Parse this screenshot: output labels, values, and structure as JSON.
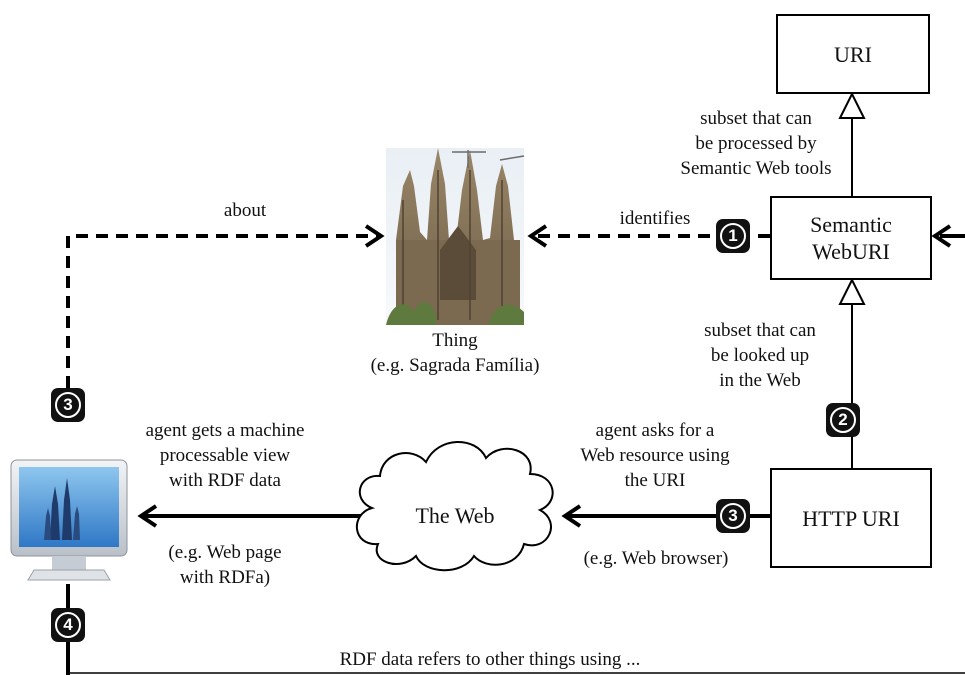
{
  "nodes": {
    "uri": "URI",
    "semantic_web_uri": "Semantic\nWebURI",
    "http_uri": "HTTP URI",
    "the_web": "The Web",
    "thing": "Thing\n(e.g. Sagrada Família)"
  },
  "edges": {
    "about": "about",
    "identifies": "identifies",
    "subset_semantic": "subset that can\nbe processed by\nSemantic Web tools",
    "subset_lookup": "subset that can\nbe looked up\nin the Web",
    "agent_asks": "agent asks for a\nWeb resource using\nthe URI",
    "web_browser": "(e.g. Web browser)",
    "agent_gets": "agent gets a machine\nprocessable view\nwith RDF data",
    "web_page": "(e.g. Web page\nwith RDFa)",
    "rdf_refers": "RDF data refers to other things using ..."
  },
  "badges": {
    "identifies_step": "1",
    "lookup_step": "2",
    "request_step": "3",
    "agent_step": "3",
    "refers_step": "4"
  }
}
